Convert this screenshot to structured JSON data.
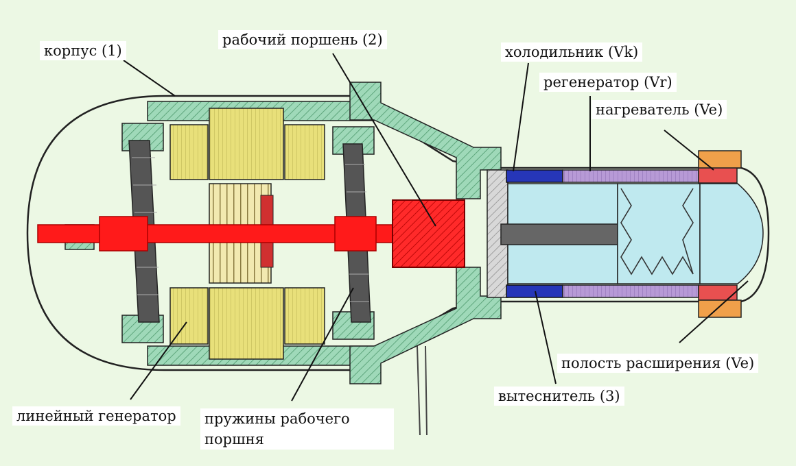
{
  "labels": {
    "housing": "корпус (1)",
    "working_piston": "рабочий поршень (2)",
    "cooler": "холодильник (Vk)",
    "regenerator": "регенератор (Vr)",
    "heater": "нагреватель (Ve)",
    "expansion_cavity": "полость расширения (Ve)",
    "displacer": "вытеснитель (3)",
    "linear_generator": "линейный генератор",
    "piston_springs": "пружины рабочего поршня"
  },
  "colors": {
    "background": "#ecf8e4",
    "housing": "#9fd9b9",
    "housing_hatch": "#4f9a6e",
    "magnet": "#e8e07a",
    "piston": "#ff1a1a",
    "cooler": "#2636b8",
    "regenerator": "#b79ad6",
    "heater": "#e85050",
    "heater_outer": "#f0a04a",
    "working_gas": "#bfe9ef",
    "spring": "#333333"
  }
}
